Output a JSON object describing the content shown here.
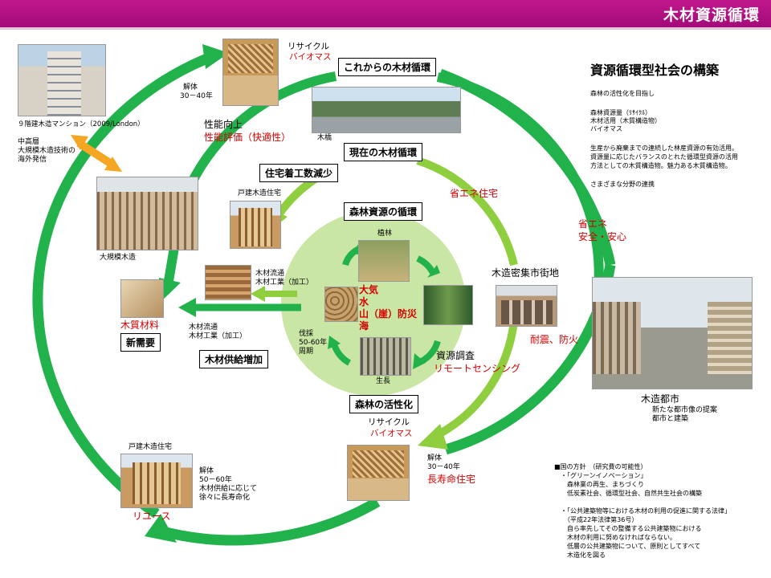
{
  "header": {
    "title": "木材資源循環"
  },
  "boxes": {
    "future_cycle": "これからの木材循環",
    "current_cycle": "現在の木材循環",
    "forest_cycle": "森林資源の循環",
    "forest_activation": "森林の活性化",
    "housing_decrease": "住宅着工数減少",
    "supply_increase": "木材供給増加",
    "new_demand": "新需要"
  },
  "right_panel": {
    "title": "資源循環型社会の構築",
    "lines": [
      "森林の活性化を目指し",
      "",
      "森林資源量（ﾘｻｲｸﾙ）",
      "木材活用（木質構造物）",
      "バイオマス",
      "",
      "生産から廃棄までの連続した林産資源の有効活用。",
      "資源量に応じたバランスのとれた循環型資源の活用",
      "方法としての木質構造物。魅力ある木質構造物。",
      "",
      "さまざまな分野の連携"
    ]
  },
  "labels": {
    "recycle_top": "リサイクル",
    "biomass_top": "バイオマス",
    "dismantle_top": "解体",
    "dismantle_top_years": "30－40年",
    "perf_up": "性能向上",
    "perf_eval": "性能評価（快適性）",
    "wooden_bridge": "木橋",
    "mansion_caption": "９階建木造マンション（2009/London）",
    "highrise_lines": [
      "中高層",
      "大規模木造技術の",
      "海外発信"
    ],
    "large_wood": "大規模木造",
    "detached_house": "戸建木造住宅",
    "wood_distribution": "木材流通",
    "wood_processing": "木材工業（加工）",
    "wood_distribution2": "木材流通",
    "wood_processing2": "木材工業（加工）",
    "wooden_material": "木質材料",
    "energy_saving_house": "省エネ住宅",
    "energy_saving": "省エネ",
    "safety": "安全・安心",
    "wooden_dense_area": "木造密集市街地",
    "quake_fire": "耐震、防火",
    "wooden_city": "木造都市",
    "wooden_city_sub": [
      "新たな都市像の提案",
      "都市と建築"
    ],
    "planting": "植林",
    "growth": "生長",
    "logging": "伐採",
    "logging_years": "50-60年",
    "logging_cycle": "周期",
    "disaster": [
      "大気",
      "水",
      "山（崖）防災",
      "海"
    ],
    "survey": "資源調査",
    "remote": "リモートセンシング",
    "recycle_bottom": "リサイクル",
    "biomass_bottom": "バイオマス",
    "dismantle_bottom": "解体",
    "dismantle_bottom_years": "30－40年",
    "long_life": "長寿命住宅",
    "detached_house2": "戸建木造住宅",
    "dismantle_left": [
      "解体",
      "50－60年",
      "木材供給に応じて",
      "徐々に長寿命化"
    ],
    "reuse": "リユース"
  },
  "policy": {
    "lines": [
      "■国の方針　（研究費の可能性）",
      "　・「グリーンイノベーション」",
      "　　森林業の再生、まちづくり",
      "　　低炭素社会、循環型社会、自然共生社会の構築",
      "",
      "　・「公共建築物等における木材の利用の促進に関する法律」",
      "　　（平成22年法律第36号）",
      "　　自ら率先してその整備する公共建築物における",
      "　　木材の利用に努めなければならない。",
      "　　低層の公共建築物について、原則としてすべて",
      "　　木造化を図る"
    ]
  },
  "colors": {
    "header": "#b3127f",
    "green_dark": "#22b24c",
    "green_light": "#8fcf3f",
    "circle_fill": "#c9e6a4",
    "orange": "#f5a623",
    "red_text": "#d40000"
  }
}
